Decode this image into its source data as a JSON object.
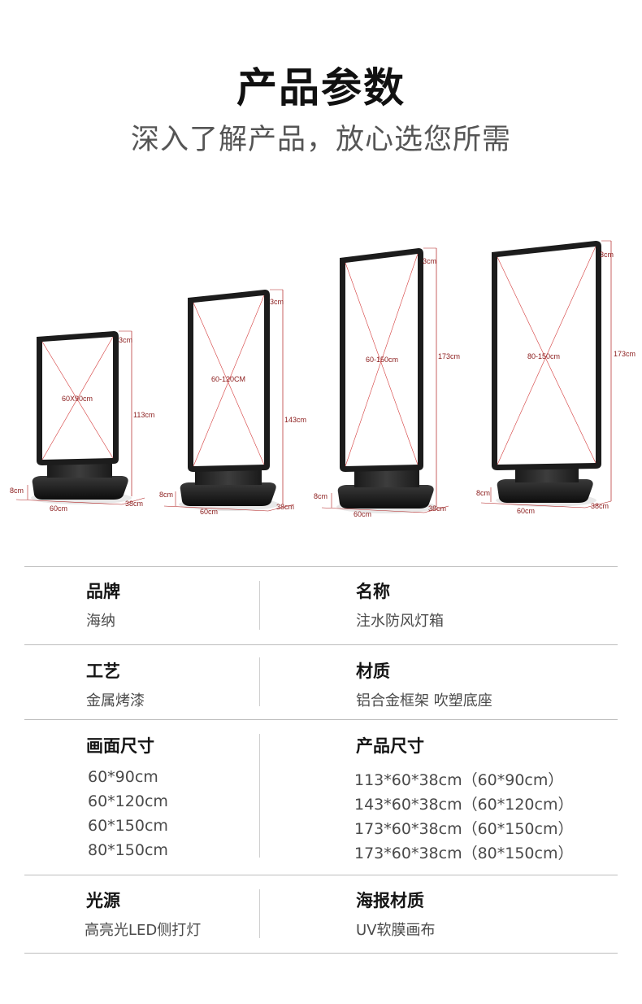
{
  "header": {
    "title": "产品参数",
    "subtitle": "深入了解产品，放心选您所需"
  },
  "diagram": {
    "products": [
      {
        "screen": "60X90cm",
        "height": "113cm",
        "top": "3cm",
        "base_h": "8cm",
        "width": "60cm",
        "depth": "38cm"
      },
      {
        "screen": "60-120CM",
        "height": "143cm",
        "top": "3cm",
        "base_h": "8cm",
        "width": "60cm",
        "depth": "38cm"
      },
      {
        "screen": "60-150cm",
        "height": "173cm",
        "top": "3cm",
        "base_h": "8cm",
        "width": "60cm",
        "depth": "38cm"
      },
      {
        "screen": "80-150cm",
        "height": "173cm",
        "top": "3cm",
        "base_h": "8cm",
        "width": "60cm",
        "depth": "38cm"
      }
    ],
    "colors": {
      "frame": "#1c1c1c",
      "dimension": "#b02020",
      "panel": "#ffffff"
    }
  },
  "specs": {
    "rows": [
      {
        "left": {
          "label": "品牌",
          "values": [
            "海纳"
          ]
        },
        "right": {
          "label": "名称",
          "values": [
            "注水防风灯箱"
          ]
        }
      },
      {
        "left": {
          "label": "工艺",
          "values": [
            "金属烤漆"
          ]
        },
        "right": {
          "label": "材质",
          "values": [
            "铝合金框架 吹塑底座"
          ]
        }
      },
      {
        "left": {
          "label": "画面尺寸",
          "values": [
            "60*90cm",
            "60*120cm",
            "60*150cm",
            "80*150cm"
          ]
        },
        "right": {
          "label": "产品尺寸",
          "values": [
            "113*60*38cm（60*90cm）",
            "143*60*38cm（60*120cm）",
            "173*60*38cm（60*150cm）",
            "173*60*38cm（80*150cm）"
          ]
        }
      },
      {
        "left": {
          "label": "光源",
          "values": [
            "高亮光LED侧打灯"
          ]
        },
        "right": {
          "label": "海报材质",
          "values": [
            "UV软膜画布"
          ]
        }
      }
    ]
  }
}
